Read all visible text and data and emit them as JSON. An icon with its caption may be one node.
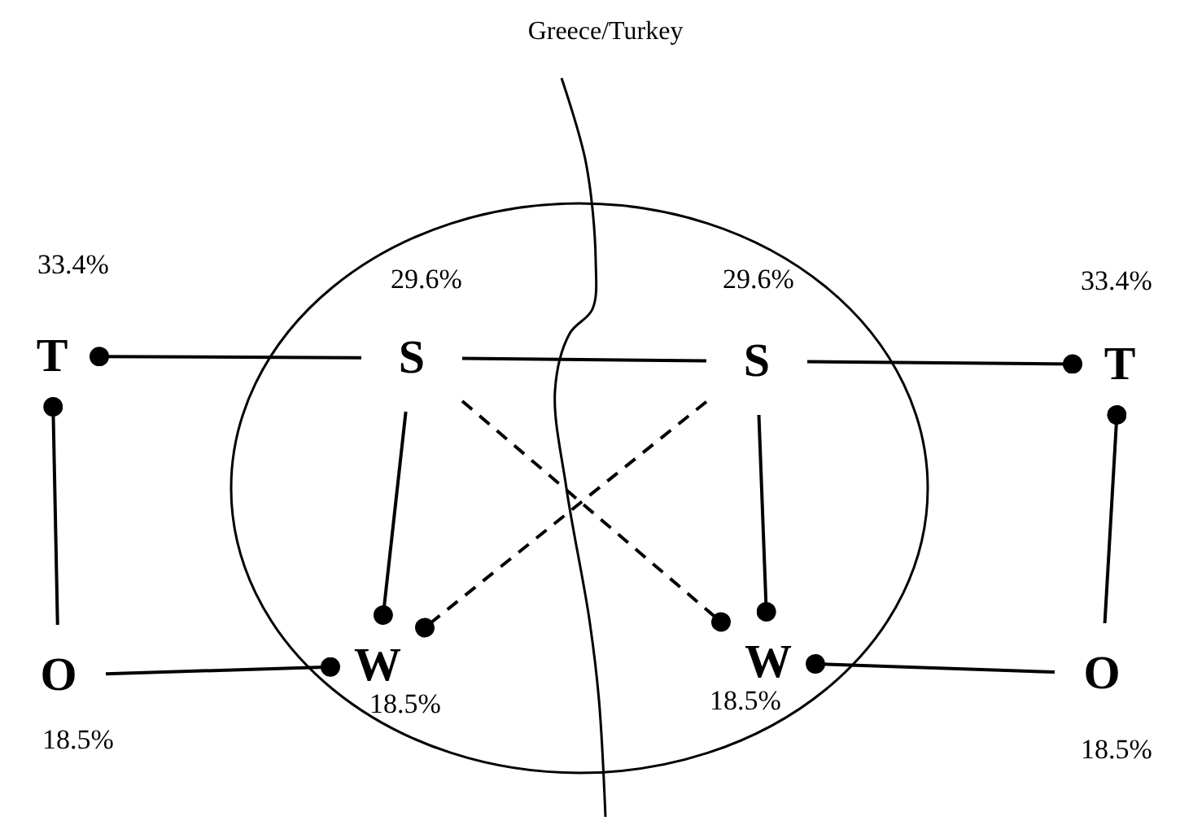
{
  "diagram": {
    "nodes": [
      {
        "text": [
          "T"
        ],
        "beside": [
          "33.4%"
        ]
      },
      {
        "text": [
          "S"
        ],
        "beside": [
          "29.6%"
        ]
      },
      {
        "text": [
          "S"
        ],
        "beside": [
          "29.6%"
        ]
      },
      {
        "text": [
          "T"
        ],
        "beside": [
          "33.4%"
        ]
      },
      {
        "text": [
          "O"
        ],
        "beside": [
          "18.5%"
        ]
      },
      {
        "text": [
          "W"
        ],
        "beside": [
          "18.5%"
        ]
      },
      {
        "text": [
          "W"
        ],
        "beside": [
          "18.5%"
        ]
      },
      {
        "text": [
          "O"
        ],
        "beside": [
          "18.5%"
        ]
      }
    ],
    "edges": [
      {
        "from": 1,
        "to": 0,
        "arrow": "other"
      },
      {
        "from": 4,
        "to": 0,
        "arrow": "other"
      },
      {
        "from": 1,
        "to": 2,
        "arrow": "none"
      },
      {
        "from": 2,
        "to": 3,
        "arrow": "other"
      },
      {
        "from": 7,
        "to": 3,
        "arrow": "other"
      },
      {
        "from": 1,
        "to": 5,
        "arrow": "other"
      },
      {
        "from": 1,
        "to": 6,
        "arrow": "other",
        "style": "dashed"
      },
      {
        "from": 2,
        "to": 5,
        "arrow": "other",
        "style": "dashed"
      },
      {
        "from": 2,
        "to": 6,
        "arrow": "other"
      },
      {
        "from": 4,
        "to": 5,
        "arrow": "other"
      },
      {
        "from": 7,
        "to": 6,
        "arrow": "other"
      }
    ],
    "labels": [
      "Greece/Turkey"
    ]
  }
}
